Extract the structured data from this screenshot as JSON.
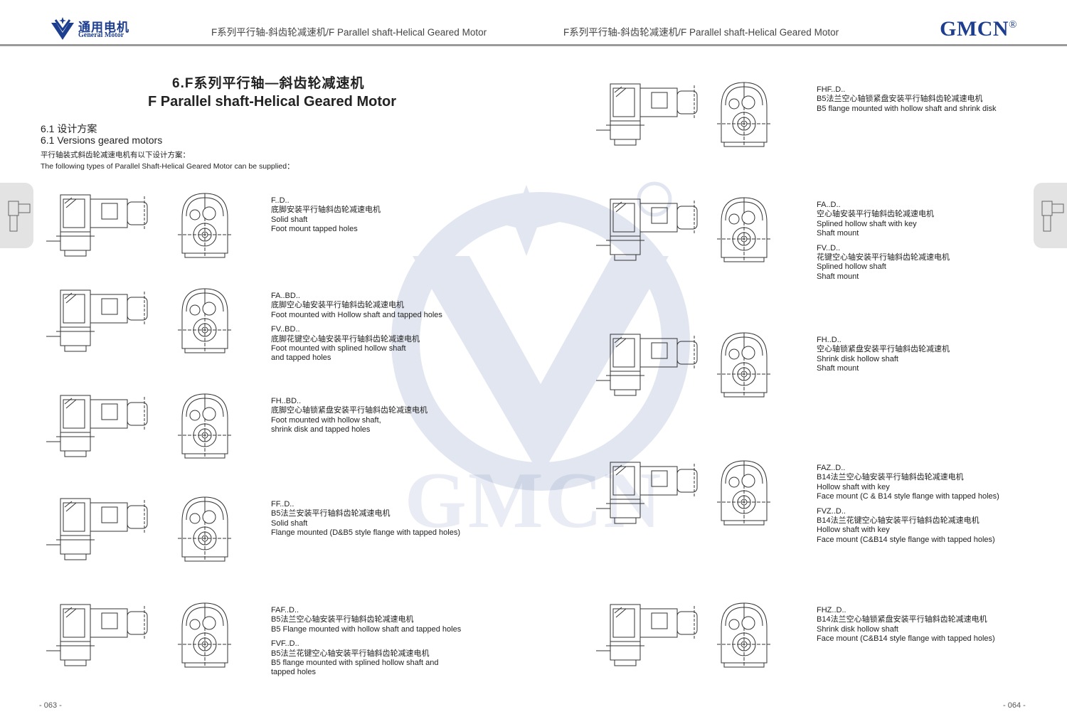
{
  "header": {
    "logo_cn": "通用电机",
    "logo_en": "General Motor",
    "title_left": "F系列平行轴-斜齿轮减速机/F Parallel shaft-Helical Geared Motor",
    "title_right": "F系列平行轴-斜齿轮减速机/F Parallel shaft-Helical Geared Motor",
    "brand": "GMCN",
    "brand_mark": "®",
    "accent_color": "#1d3e8e"
  },
  "watermark": {
    "text": "GMCN"
  },
  "section": {
    "title_cn": "6.F系列平行轴—斜齿轮减速机",
    "title_en": "F Parallel shaft-Helical Geared Motor",
    "sub_cn": "6.1 设计方案",
    "sub_en": "6.1 Versions geared motors",
    "intro_cn": "平行轴装式斜齿轮减速电机有以下设计方案：",
    "intro_en": "The following types of Parallel Shaft-Helical Geared Motor can be supplied："
  },
  "left_items": [
    {
      "blocks": [
        {
          "lines": [
            "F..D..",
            "底脚安装平行轴斜齿轮减速电机",
            "Solid shaft",
            "Foot mount tapped holes"
          ]
        }
      ]
    },
    {
      "blocks": [
        {
          "lines": [
            "FA..BD..",
            "底脚空心轴安装平行轴斜齿轮减速电机",
            "Foot mounted with Hollow shaft and tapped holes"
          ]
        },
        {
          "lines": [
            "FV..BD..",
            "底脚花键空心轴安装平行轴斜齿轮减速电机",
            "Foot mounted with splined hollow shaft",
            "and tapped holes"
          ]
        }
      ]
    },
    {
      "blocks": [
        {
          "lines": [
            "FH..BD..",
            "底脚空心轴锁紧盘安装平行轴斜齿轮减速电机",
            "Foot mounted with hollow shaft,",
            "shrink disk and tapped holes"
          ]
        }
      ]
    },
    {
      "blocks": [
        {
          "lines": [
            "FF..D..",
            "B5法兰安装平行轴斜齿轮减速电机",
            "Solid shaft",
            "Flange mounted (D&B5 style flange with tapped holes)"
          ]
        }
      ]
    },
    {
      "blocks": [
        {
          "lines": [
            "FAF..D..",
            "B5法兰空心轴安装平行轴斜齿轮减速电机",
            "B5 Flange mounted with hollow shaft and tapped holes"
          ]
        },
        {
          "lines": [
            "FVF..D..",
            "B5法兰花键空心轴安装平行轴斜齿轮减速电机",
            "B5 flange mounted with splined hollow shaft and",
            "tapped holes"
          ]
        }
      ]
    }
  ],
  "right_items": [
    {
      "blocks": [
        {
          "lines": [
            "FHF..D..",
            "B5法兰空心轴锁紧盘安装平行轴斜齿轮减速电机",
            "B5 flange mounted with hollow shaft and shrink disk"
          ]
        }
      ]
    },
    {
      "blocks": [
        {
          "lines": [
            "FA..D..",
            "空心轴安装平行轴斜齿轮减速电机",
            "Splined hollow shaft with key",
            "Shaft mount"
          ]
        },
        {
          "lines": [
            "FV..D..",
            "花键空心轴安装平行轴斜齿轮减速电机",
            "Splined hollow shaft",
            "Shaft mount"
          ]
        }
      ]
    },
    {
      "blocks": [
        {
          "lines": [
            "FH..D..",
            "空心轴锁紧盘安装平行轴斜齿轮减速机",
            "Shrink disk hollow shaft",
            "Shaft mount"
          ]
        }
      ]
    },
    {
      "blocks": [
        {
          "lines": [
            "FAZ..D..",
            "B14法兰空心轴安装平行轴斜齿轮减速电机",
            "Hollow shaft with key",
            "Face mount (C & B14 style flange with tapped holes)"
          ]
        },
        {
          "lines": [
            "FVZ..D..",
            "B14法兰花键空心轴安装平行轴斜齿轮减速电机",
            "Hollow shaft with key",
            "Face mount (C&B14 style flange with tapped holes)"
          ]
        }
      ]
    },
    {
      "blocks": [
        {
          "lines": [
            "FHZ..D..",
            "B14法兰空心轴锁紧盘安装平行轴斜齿轮减速电机",
            "Shrink disk hollow shaft",
            "Face mount (C&B14 style flange with tapped holes)"
          ]
        }
      ]
    }
  ],
  "footer": {
    "page_left": "- 063 -",
    "page_right": "- 064 -"
  }
}
